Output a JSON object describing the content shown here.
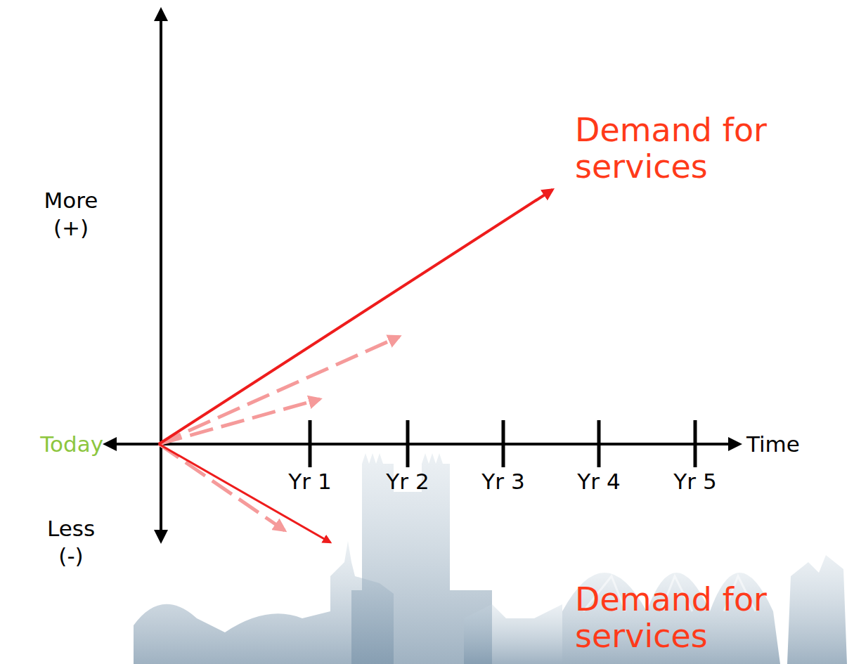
{
  "diagram": {
    "labels": [
      "More (+)",
      "Less (-)",
      "Today",
      "Time",
      "Yr 1",
      "Yr 2",
      "Yr 3",
      "Yr 4",
      "Yr 5",
      "Demand for services",
      "Demand for services"
    ]
  }
}
